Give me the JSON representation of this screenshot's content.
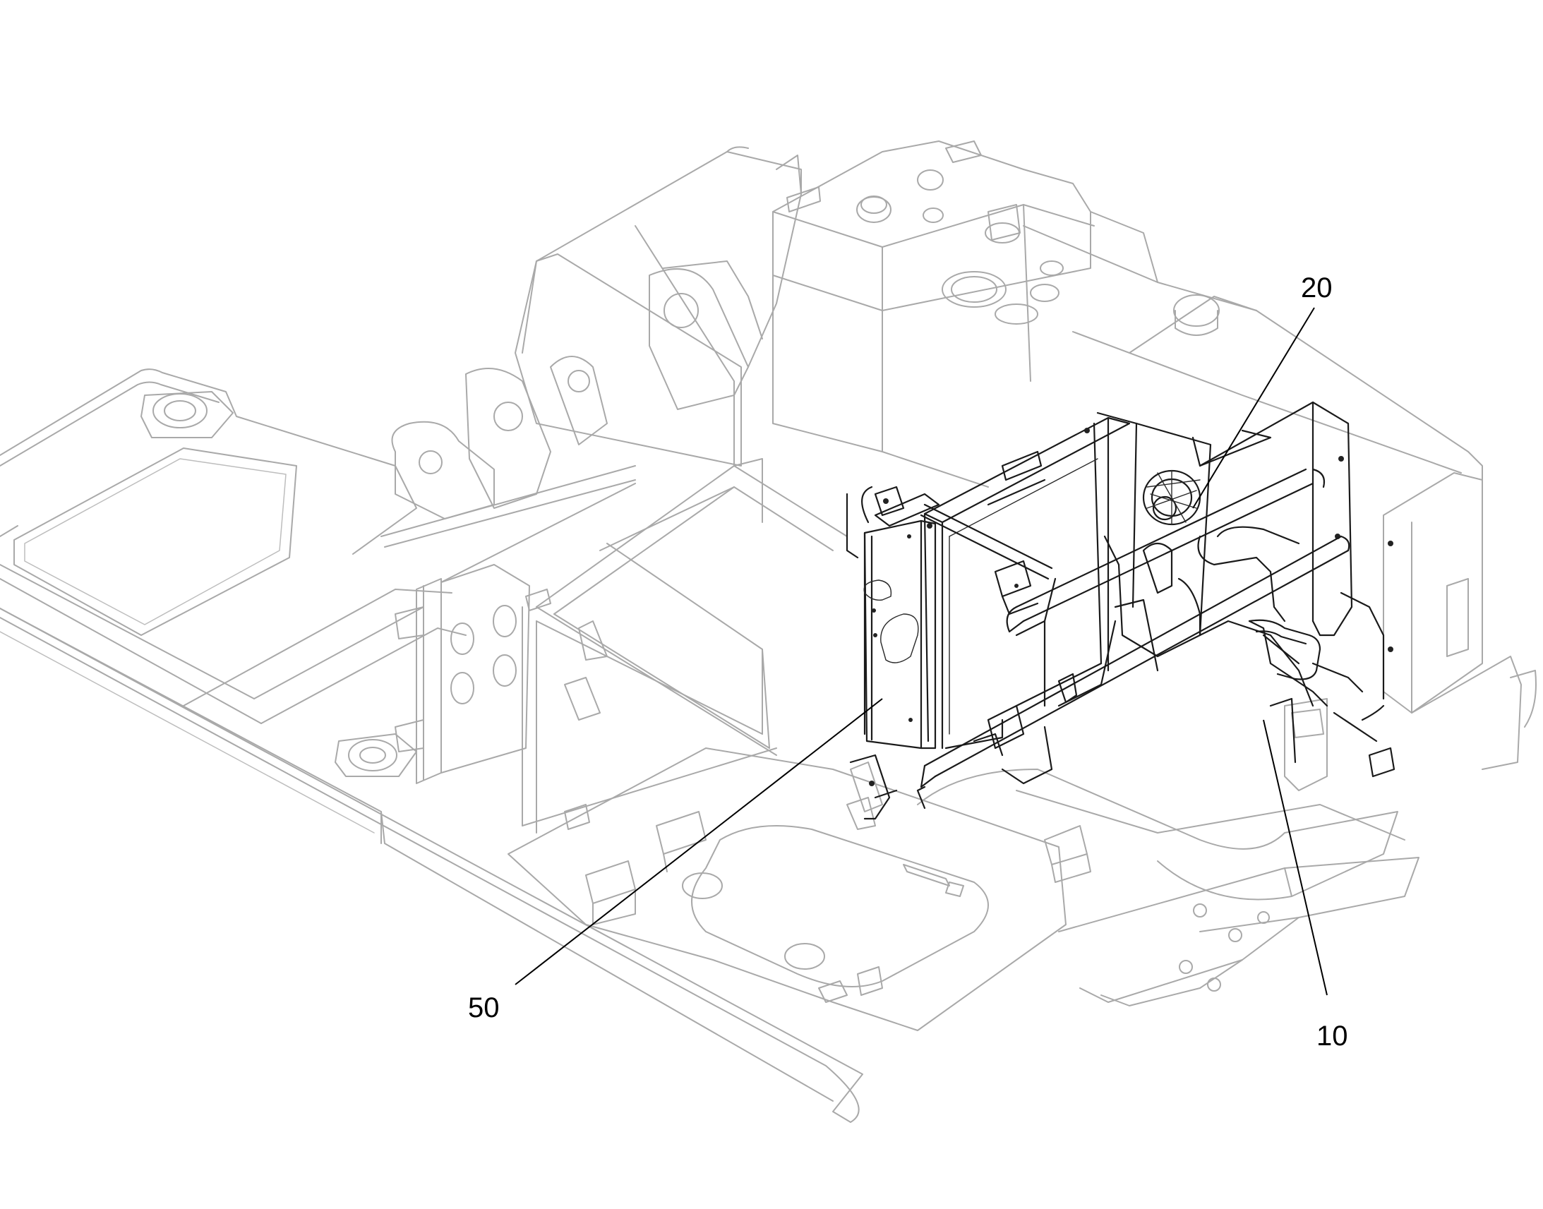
{
  "callouts": {
    "c20": "20",
    "c50": "50",
    "c10": "10"
  }
}
